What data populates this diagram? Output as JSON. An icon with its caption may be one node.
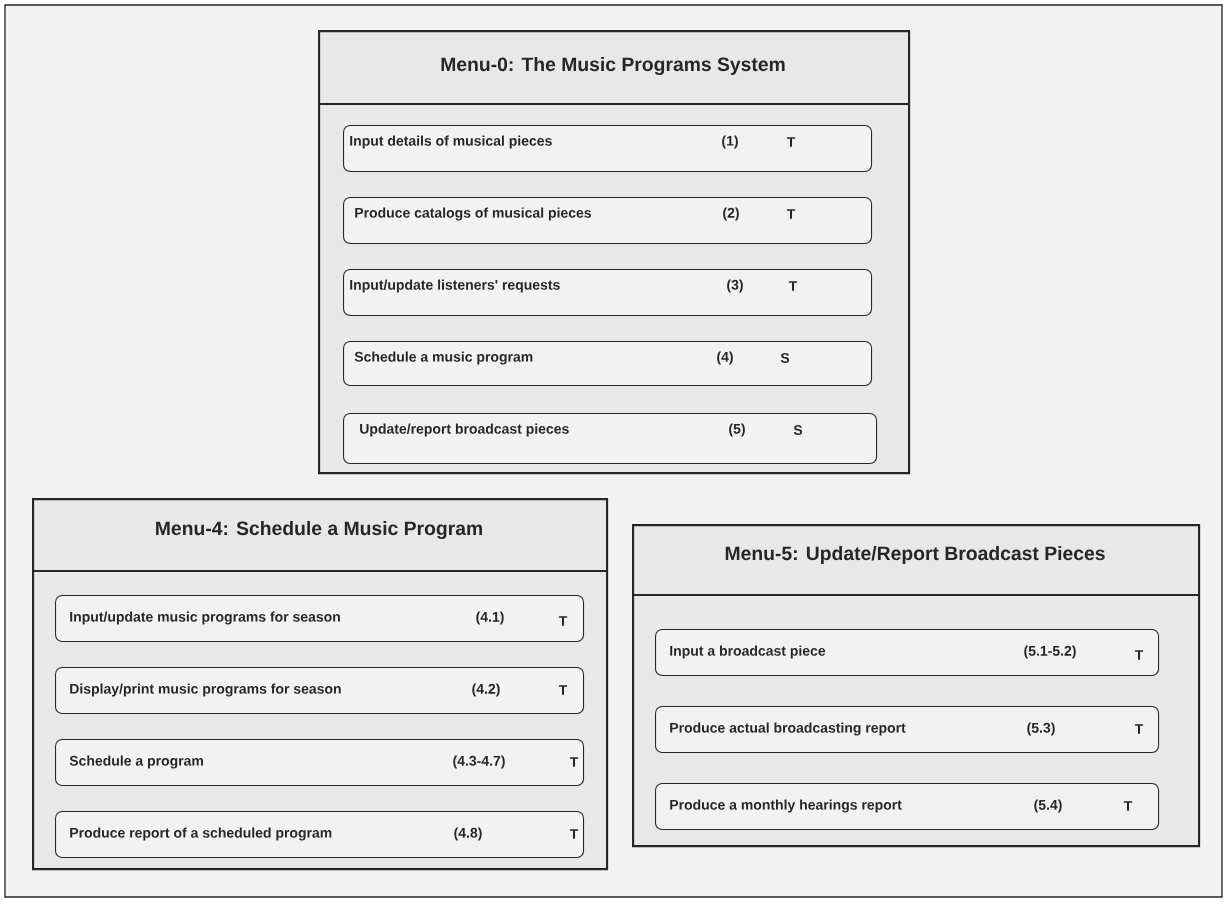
{
  "diagram": {
    "nodes": [
      {
        "text": [
          "Menu-0: The Music Programs System"
        ]
      },
      {
        "text": [
          "Input details of musical pieces",
          "(1)",
          "T"
        ],
        "in": 0
      },
      {
        "text": [
          "Produce catalogs of musical pieces",
          "(2)",
          "T"
        ],
        "in": 0
      },
      {
        "text": [
          "Input/update listeners' requests",
          "(3)",
          "T"
        ],
        "in": 0
      },
      {
        "text": [
          "Schedule a music program",
          "(4)",
          "S"
        ],
        "in": 0
      },
      {
        "text": [
          "Update/report broadcast pieces",
          "(5)",
          "S"
        ],
        "in": 0
      },
      {
        "text": [
          "Menu-4: Schedule a Music Program"
        ]
      },
      {
        "text": [
          "Input/update music programs for season",
          "(4.1)",
          "T"
        ],
        "in": 6
      },
      {
        "text": [
          "Display/print music programs for season",
          "(4.2)",
          "T"
        ],
        "in": 6
      },
      {
        "text": [
          "Schedule a program",
          "(4.3-4.7)",
          "T"
        ],
        "in": 6
      },
      {
        "text": [
          "Produce report of a scheduled program",
          "(4.8)",
          "T"
        ],
        "in": 6
      },
      {
        "text": [
          "Menu-5: Update/Report Broadcast Pieces"
        ]
      },
      {
        "text": [
          "Input a broadcast piece",
          "(5.1-5.2)",
          "T"
        ],
        "in": 11
      },
      {
        "text": [
          "Produce actual broadcasting report",
          "(5.3)",
          "T"
        ],
        "in": 11
      },
      {
        "text": [
          "Produce a monthly hearings report",
          "(5.4)",
          "T"
        ],
        "in": 11
      }
    ]
  }
}
